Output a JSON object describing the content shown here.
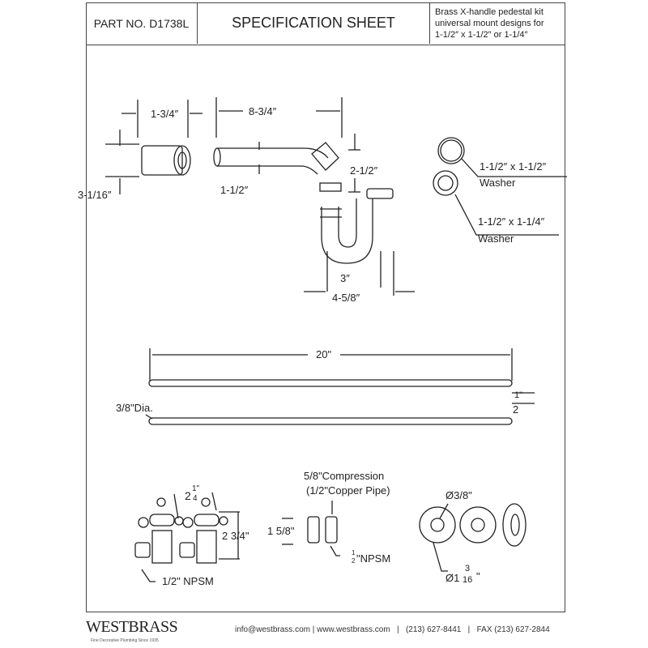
{
  "header": {
    "part_no": "PART NO.  D1738L",
    "title": "SPECIFICATION SHEET",
    "description": [
      "Brass X-handle pedestal kit",
      "universal mount designs for",
      "1-1/2″ x 1-1/2″ or 1-1/4″"
    ]
  },
  "trap": {
    "flange_width": "1-3/4″",
    "flange_height": "3-1/16″",
    "arm_length": "8-3/4″",
    "arm_dia": "1-1/2″",
    "drop": "2-1/2″",
    "trap_inner": "3″",
    "trap_outer": "4-5/8″"
  },
  "washers": [
    {
      "size": "1-1/2″ x 1-1/2″",
      "label": "Washer"
    },
    {
      "size": "1-1/2″ x 1-1/4″",
      "label": "Washer"
    }
  ],
  "supply": {
    "length": "20\"",
    "dia": "3/8\"Dia.",
    "end_num": "1\"",
    "end_den": "2"
  },
  "valves": {
    "width_whole": "2",
    "width_num": "1\"",
    "width_den": "4",
    "height": "2 3/4\"",
    "thread": "1/2\" NPSM"
  },
  "compression": {
    "title": "5/8\"Compression",
    "subtitle": "(1/2\"Copper Pipe)",
    "height": "1 5/8\"",
    "thread_num": "1",
    "thread_den": "2",
    "thread": "\"NPSM"
  },
  "flanges": {
    "inner": "Ø3/8\"",
    "outer_whole": "Ø1",
    "outer_num": "3",
    "outer_den": "16",
    "outer_unit": "\""
  },
  "footer": {
    "brand": "WESTBRASS",
    "tagline": "Fine Decorative Plumbing Since 1935",
    "contact": "info@westbrass.com | www.westbrass.com   |   (213) 627-8441   |   FAX (213) 627-2844"
  }
}
